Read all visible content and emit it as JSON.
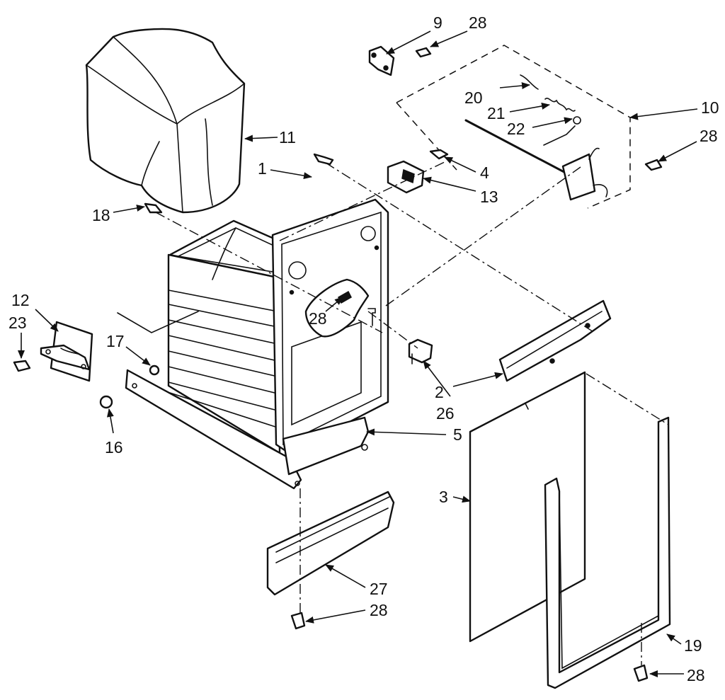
{
  "callouts": [
    {
      "id": "1",
      "text": "1"
    },
    {
      "id": "2",
      "text": "2"
    },
    {
      "id": "3",
      "text": "3"
    },
    {
      "id": "4",
      "text": "4"
    },
    {
      "id": "5",
      "text": "5"
    },
    {
      "id": "9",
      "text": "9"
    },
    {
      "id": "10",
      "text": "10"
    },
    {
      "id": "11",
      "text": "11"
    },
    {
      "id": "12",
      "text": "12"
    },
    {
      "id": "13",
      "text": "13"
    },
    {
      "id": "16",
      "text": "16"
    },
    {
      "id": "17",
      "text": "17"
    },
    {
      "id": "18",
      "text": "18"
    },
    {
      "id": "19",
      "text": "19"
    },
    {
      "id": "20",
      "text": "20"
    },
    {
      "id": "21",
      "text": "21"
    },
    {
      "id": "22",
      "text": "22"
    },
    {
      "id": "23",
      "text": "23"
    },
    {
      "id": "26",
      "text": "26"
    },
    {
      "id": "27",
      "text": "27"
    },
    {
      "id": "28a",
      "text": "28"
    },
    {
      "id": "28b",
      "text": "28"
    },
    {
      "id": "28c",
      "text": "28"
    },
    {
      "id": "28d",
      "text": "28"
    },
    {
      "id": "28e",
      "text": "28"
    }
  ]
}
